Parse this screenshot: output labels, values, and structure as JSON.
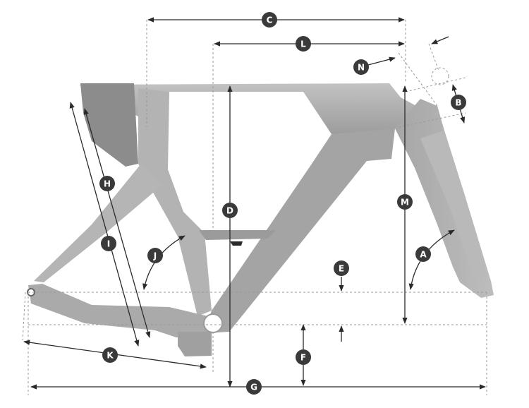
{
  "diagram": {
    "colors": {
      "frame": "#a9a9a9",
      "frame_dark": "#8a8a8a",
      "frame_light": "#c4c4c4",
      "line": "#2a2a2a",
      "dash": "#9a9a9a",
      "badge": "#3a3a3a",
      "badge_text": "#ffffff"
    },
    "labels": {
      "A": "A",
      "B": "B",
      "C": "C",
      "D": "D",
      "E": "E",
      "F": "F",
      "G": "G",
      "H": "H",
      "I": "I",
      "J": "J",
      "K": "K",
      "L": "L",
      "M": "M",
      "N": "N"
    }
  }
}
